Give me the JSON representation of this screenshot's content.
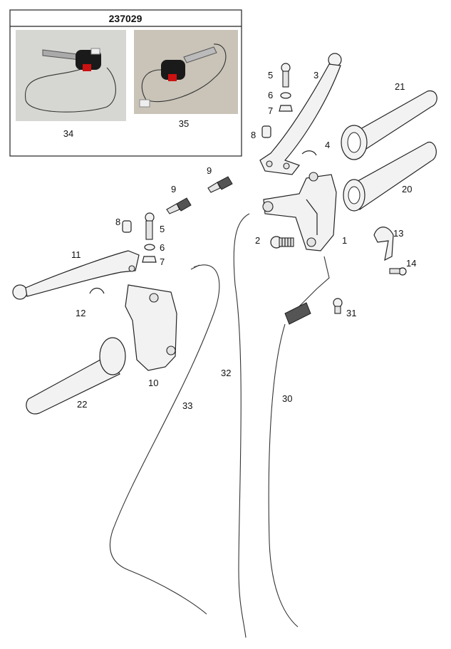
{
  "inset": {
    "title": "237029",
    "photos": [
      {
        "label": "34"
      },
      {
        "label": "35"
      }
    ]
  },
  "callouts": [
    {
      "key": "c1",
      "text": "1"
    },
    {
      "key": "c2",
      "text": "2"
    },
    {
      "key": "c3",
      "text": "3"
    },
    {
      "key": "c4",
      "text": "4"
    },
    {
      "key": "c5a",
      "text": "5"
    },
    {
      "key": "c5b",
      "text": "5"
    },
    {
      "key": "c6a",
      "text": "6"
    },
    {
      "key": "c6b",
      "text": "6"
    },
    {
      "key": "c7a",
      "text": "7"
    },
    {
      "key": "c7b",
      "text": "7"
    },
    {
      "key": "c8a",
      "text": "8"
    },
    {
      "key": "c8b",
      "text": "8"
    },
    {
      "key": "c9a",
      "text": "9"
    },
    {
      "key": "c9b",
      "text": "9"
    },
    {
      "key": "c10",
      "text": "10"
    },
    {
      "key": "c11",
      "text": "11"
    },
    {
      "key": "c12",
      "text": "12"
    },
    {
      "key": "c13",
      "text": "13"
    },
    {
      "key": "c14",
      "text": "14"
    },
    {
      "key": "c20",
      "text": "20"
    },
    {
      "key": "c21",
      "text": "21"
    },
    {
      "key": "c22",
      "text": "22"
    },
    {
      "key": "c30",
      "text": "30"
    },
    {
      "key": "c31",
      "text": "31"
    },
    {
      "key": "c32",
      "text": "32"
    },
    {
      "key": "c33",
      "text": "33"
    }
  ],
  "colors": {
    "line": "#222222",
    "switch_body": "#1a1a1a",
    "switch_button": "#cc1111",
    "photo_bg": "#d8d8d4"
  }
}
